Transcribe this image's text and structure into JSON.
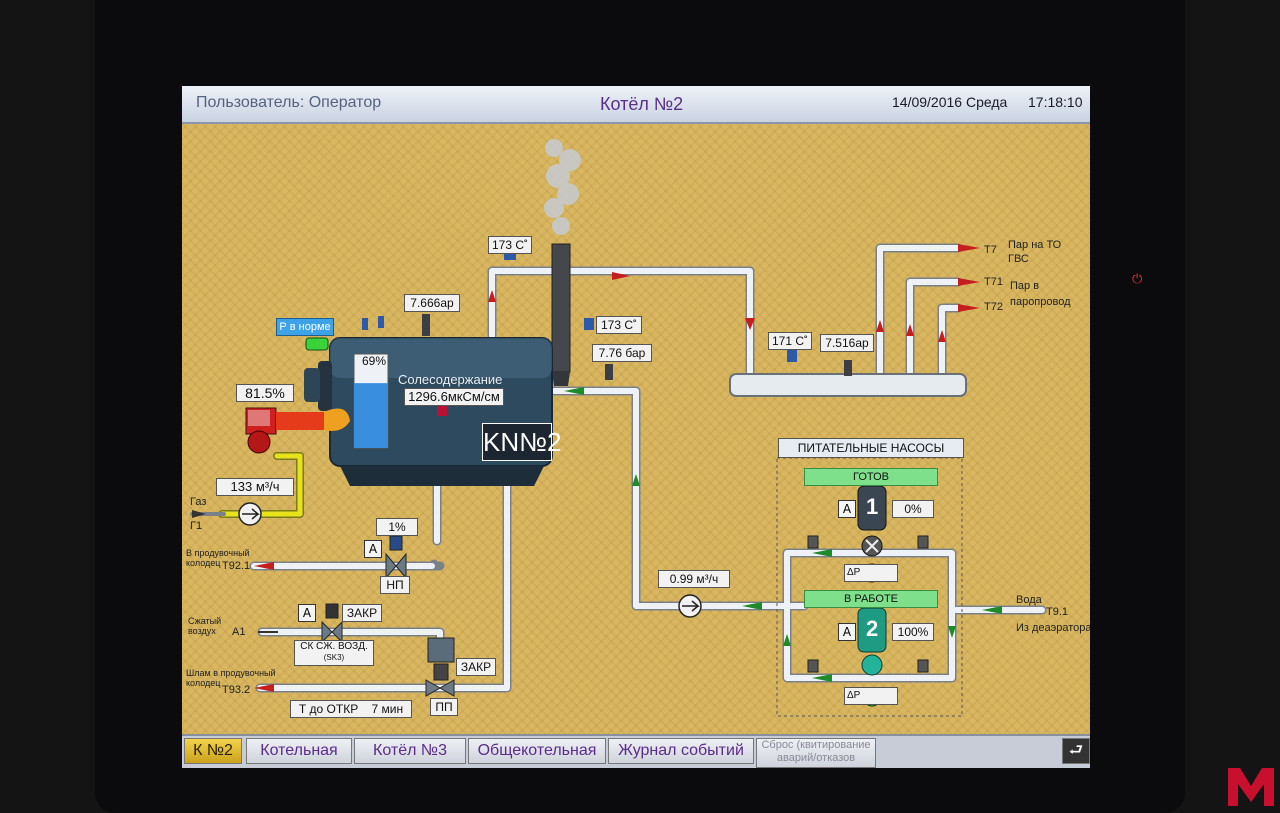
{
  "header": {
    "user": "Пользователь: Оператор",
    "title": "Котёл №2",
    "date": "14/09/2016 Среда",
    "time": "17:18:10"
  },
  "boiler": {
    "id_label": "KN№2",
    "salt_label": "Солесодержание",
    "salt_value": "1296.6мкСм/см",
    "level_value": "69%",
    "level_fraction": 0.69,
    "pressure_status": "Р в норме",
    "pressure_top": "7.666ар"
  },
  "burner": {
    "load": "81.5%"
  },
  "gas": {
    "label": "Газ",
    "tag": "Г1",
    "flow": "133 м³/ч"
  },
  "flue": {
    "temp_top": "173 С˚",
    "temp_side": "173 С˚",
    "pressure": "7.76 бар"
  },
  "steam_header": {
    "temp": "171 С˚",
    "pressure": "7.516ар",
    "out1_tag": "Т7",
    "out1_label": "Пар на ТО ГВС",
    "out2_tag": "Т71",
    "out3_tag": "Т72",
    "out2_label": "Пар в паропровод"
  },
  "blowdown": {
    "valve_pos": "1%",
    "mode": "А",
    "valve_label": "НП",
    "dest_label": "В продувочный колодец",
    "dest_tag": "Т92.1"
  },
  "air": {
    "label": "Сжатый воздух",
    "tag": "А1",
    "mode": "А",
    "state": "ЗАКР",
    "valve_label": "СК СЖ. ВОЗД.",
    "valve_code": "(SK3)"
  },
  "sludge": {
    "label": "Шлам в продувочный колодец",
    "tag": "Т93.2",
    "state": "ЗАКР",
    "valve_label": "ПП",
    "timer_label": "Т до ОТКР",
    "timer_value": "7 мин"
  },
  "feed": {
    "flow": "0.99 м³/ч",
    "water_label": "Вода",
    "water_tag": "Т9.1",
    "water_src": "Из деаэратора"
  },
  "pumps": {
    "title": "ПИТАТЕЛЬНЫЕ НАСОСЫ",
    "p1_status": "ГОТОВ",
    "p1_mode": "А",
    "p1_num": "1",
    "p1_speed": "0%",
    "p1_dp": "ΔР",
    "p2_status": "В РАБОТЕ",
    "p2_mode": "А",
    "p2_num": "2",
    "p2_speed": "100%",
    "p2_dp": "ΔР"
  },
  "nav": {
    "n0": "К №2",
    "n1": "Котельная",
    "n2": "Котёл №3",
    "n3": "Общекотельная",
    "n4": "Журнал событий",
    "n5a": "Сброс (квитирование",
    "n5b": "аварий/отказов"
  },
  "colors": {
    "background": "#d9b760",
    "pipe": "#e8edf2",
    "gas_pipe": "#e8e21a",
    "boiler": "#2e4a5e",
    "pump_running": "#1f9a83",
    "alarm_red": "#d42020",
    "ok_green": "#28c828"
  }
}
